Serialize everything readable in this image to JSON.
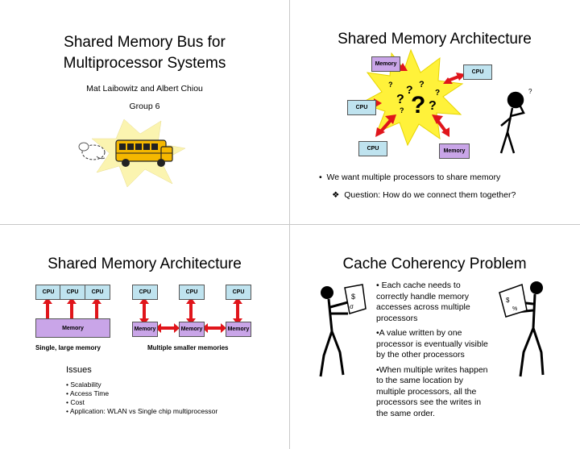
{
  "slide1": {
    "title_line1": "Shared Memory Bus for",
    "title_line2": "Multiprocessor Systems",
    "authors": "Mat Laibowitz and Albert Chiou",
    "group": "Group 6"
  },
  "slide2": {
    "title": "Shared Memory Architecture",
    "memory_label": "Memory",
    "cpu_label": "CPU",
    "bullet1": "We want multiple processors to share memory",
    "bullet2": "Question: How do we connect them together?"
  },
  "slide3": {
    "title": "Shared Memory Architecture",
    "cpu_label": "CPU",
    "memory_label": "Memory",
    "caption_left": "Single, large memory",
    "caption_right": "Multiple smaller memories",
    "issues_heading": "Issues",
    "issues": [
      "Scalability",
      "Access Time",
      "Cost",
      "Application: WLAN vs Single chip multiprocessor"
    ]
  },
  "slide4": {
    "title": "Cache Coherency Problem",
    "bullet1_l1": "•  Each cache needs to",
    "bullet1_l2": "correctly handle memory",
    "bullet1_l3": "accesses across multiple",
    "bullet1_l4": "processors",
    "bullet2_l1": "•A value written by one",
    "bullet2_l2": "processor is eventually visible",
    "bullet2_l3": "by the other processors",
    "bullet3_l1": "•When multiple writes happen",
    "bullet3_l2": "to the same location by",
    "bullet3_l3": "multiple processors, all the",
    "bullet3_l4": "processors see the writes in",
    "bullet3_l5": "the same order."
  },
  "colors": {
    "cpu_fill": "#bfe3ef",
    "memory_fill": "#c9a5e8",
    "arrow_red": "#e0151b",
    "star_yellow": "#fff23a"
  }
}
